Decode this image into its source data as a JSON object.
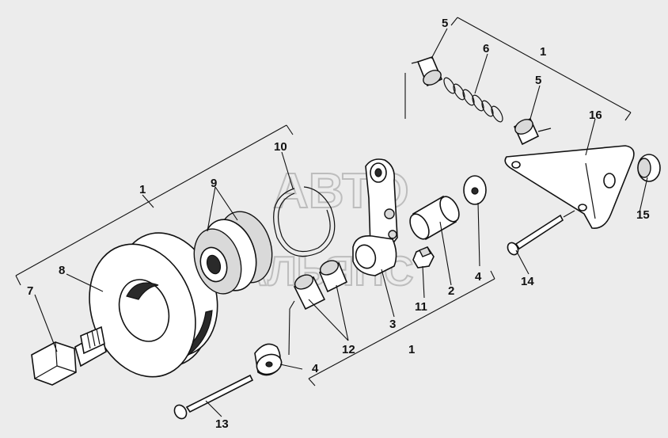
{
  "watermark": {
    "line1": "АВТО",
    "line2": "АЛЬЯНС"
  },
  "callouts": {
    "c1_top": "1",
    "c1_left": "1",
    "c1_bottom": "1",
    "c2": "2",
    "c3": "3",
    "c4_a": "4",
    "c4_b": "4",
    "c5_a": "5",
    "c5_b": "5",
    "c6": "6",
    "c7": "7",
    "c8": "8",
    "c9": "9",
    "c10": "10",
    "c11": "11",
    "c12": "12",
    "c13": "13",
    "c14": "14",
    "c15": "15",
    "c16": "16"
  }
}
